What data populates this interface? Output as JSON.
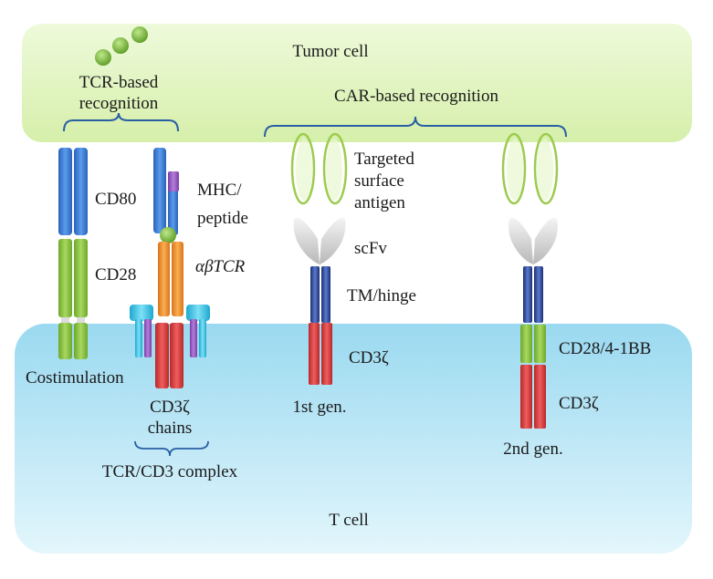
{
  "labels": {
    "tumor_cell": "Tumor cell",
    "tcr_based_line1": "TCR-based",
    "tcr_based_line2": "recognition",
    "car_based": "CAR-based recognition",
    "cd80": "CD80",
    "cd28": "CD28",
    "costimulation": "Costimulation",
    "mhc_line1": "MHC/",
    "mhc_line2": "peptide",
    "ab_tcr": "αβTCR",
    "cd3z_chains_line1": "CD3ζ",
    "cd3z_chains_line2": "chains",
    "tcr_cd3_complex": "TCR/CD3 complex",
    "targeted_line1": "Targeted",
    "targeted_line2": "surface",
    "targeted_line3": "antigen",
    "scfv": "scFv",
    "tm_hinge": "TM/hinge",
    "cd3z_1st": "CD3ζ",
    "first_gen": "1st gen.",
    "cd28_41bb": "CD28/4-1BB",
    "cd3z_2nd": "CD3ζ",
    "second_gen": "2nd gen.",
    "t_cell": "T cell"
  },
  "colors": {
    "tumor_fill": "#e4f5c3",
    "tcell_fill": "#aee0f2",
    "blue": "#3b7fd6",
    "green": "#8cc63f",
    "orange": "#f0902a",
    "red": "#d93a3a",
    "purple": "#9a5cc2",
    "cyan": "#3ec5e6",
    "navy": "#24408e",
    "antigen_green": "#b8e07a",
    "ball_green": "#6dae2e",
    "scfv_grey": "#c8c8c8",
    "bracket": "#2a5fa3"
  }
}
